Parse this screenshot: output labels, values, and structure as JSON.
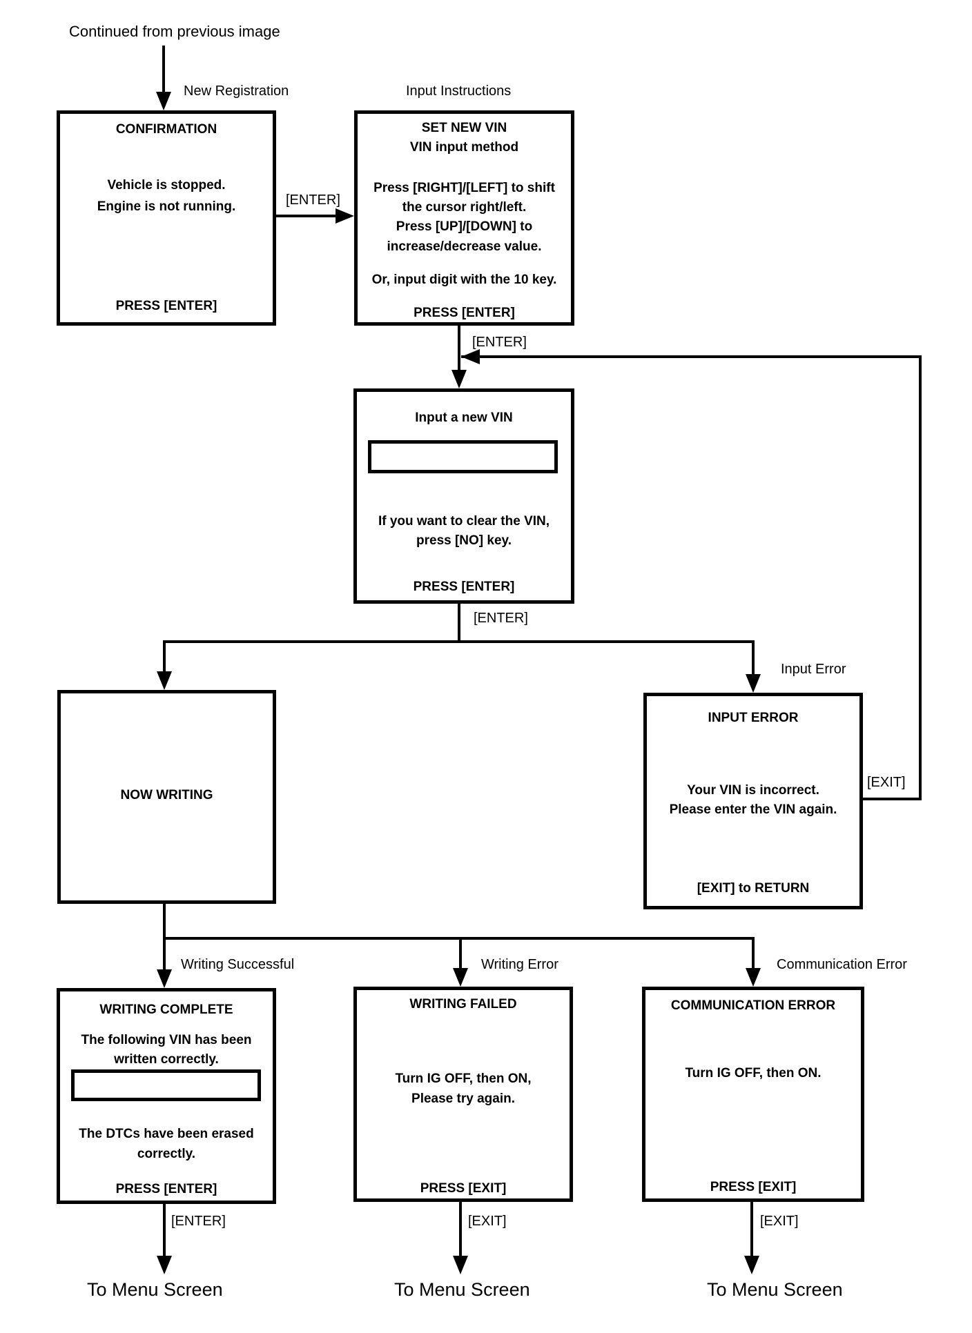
{
  "page": {
    "background_color": "#ffffff",
    "ink_color": "#000000"
  },
  "labels": {
    "continued": "Continued from previous image",
    "new_registration": "New Registration",
    "input_instructions": "Input Instructions",
    "enter_1": "[ENTER]",
    "enter_2": "[ENTER]",
    "enter_3": "[ENTER]",
    "input_error": "Input Error",
    "exit_loop": "[EXIT]",
    "writing_successful": "Writing Successful",
    "writing_error": "Writing Error",
    "communication_error": "Communication Error",
    "enter_bottom": "[ENTER]",
    "exit_bottom_mid": "[EXIT]",
    "exit_bottom_right": "[EXIT]",
    "to_menu_1": "To Menu Screen",
    "to_menu_2": "To Menu Screen",
    "to_menu_3": "To Menu Screen"
  },
  "nodes": {
    "confirmation": {
      "title": "CONFIRMATION",
      "body1": "Vehicle is stopped.",
      "body2": "Engine is not running.",
      "footer": "PRESS [ENTER]"
    },
    "input_instructions": {
      "title1": "SET NEW VIN",
      "title2": "VIN input method",
      "body1": "Press [RIGHT]/[LEFT] to shift",
      "body2": "the cursor right/left.",
      "body3": "Press [UP]/[DOWN] to",
      "body4": "increase/decrease value.",
      "body5": "Or, input digit with the 10 key.",
      "footer": "PRESS [ENTER]"
    },
    "input_vin": {
      "title": "Input a new VIN",
      "field_value": "",
      "body1": "If you want to clear the VIN,",
      "body2": "press [NO] key.",
      "footer": "PRESS [ENTER]"
    },
    "now_writing": {
      "title": "NOW WRITING"
    },
    "input_error": {
      "title": "INPUT ERROR",
      "body1": "Your VIN is incorrect.",
      "body2": "Please enter the VIN again.",
      "footer": "[EXIT] to RETURN"
    },
    "writing_complete": {
      "title": "WRITING COMPLETE",
      "body1": "The following VIN has been",
      "body2": "written correctly.",
      "field_value": "",
      "body3": "The DTCs have been erased",
      "body4": "correctly.",
      "footer": "PRESS [ENTER]"
    },
    "writing_failed": {
      "title": "WRITING FAILED",
      "body1": "Turn IG OFF, then ON,",
      "body2": "Please try again.",
      "footer": "PRESS [EXIT]"
    },
    "communication_error": {
      "title": "COMMUNICATION ERROR",
      "body1": "Turn IG OFF, then ON.",
      "footer": "PRESS [EXIT]"
    }
  }
}
